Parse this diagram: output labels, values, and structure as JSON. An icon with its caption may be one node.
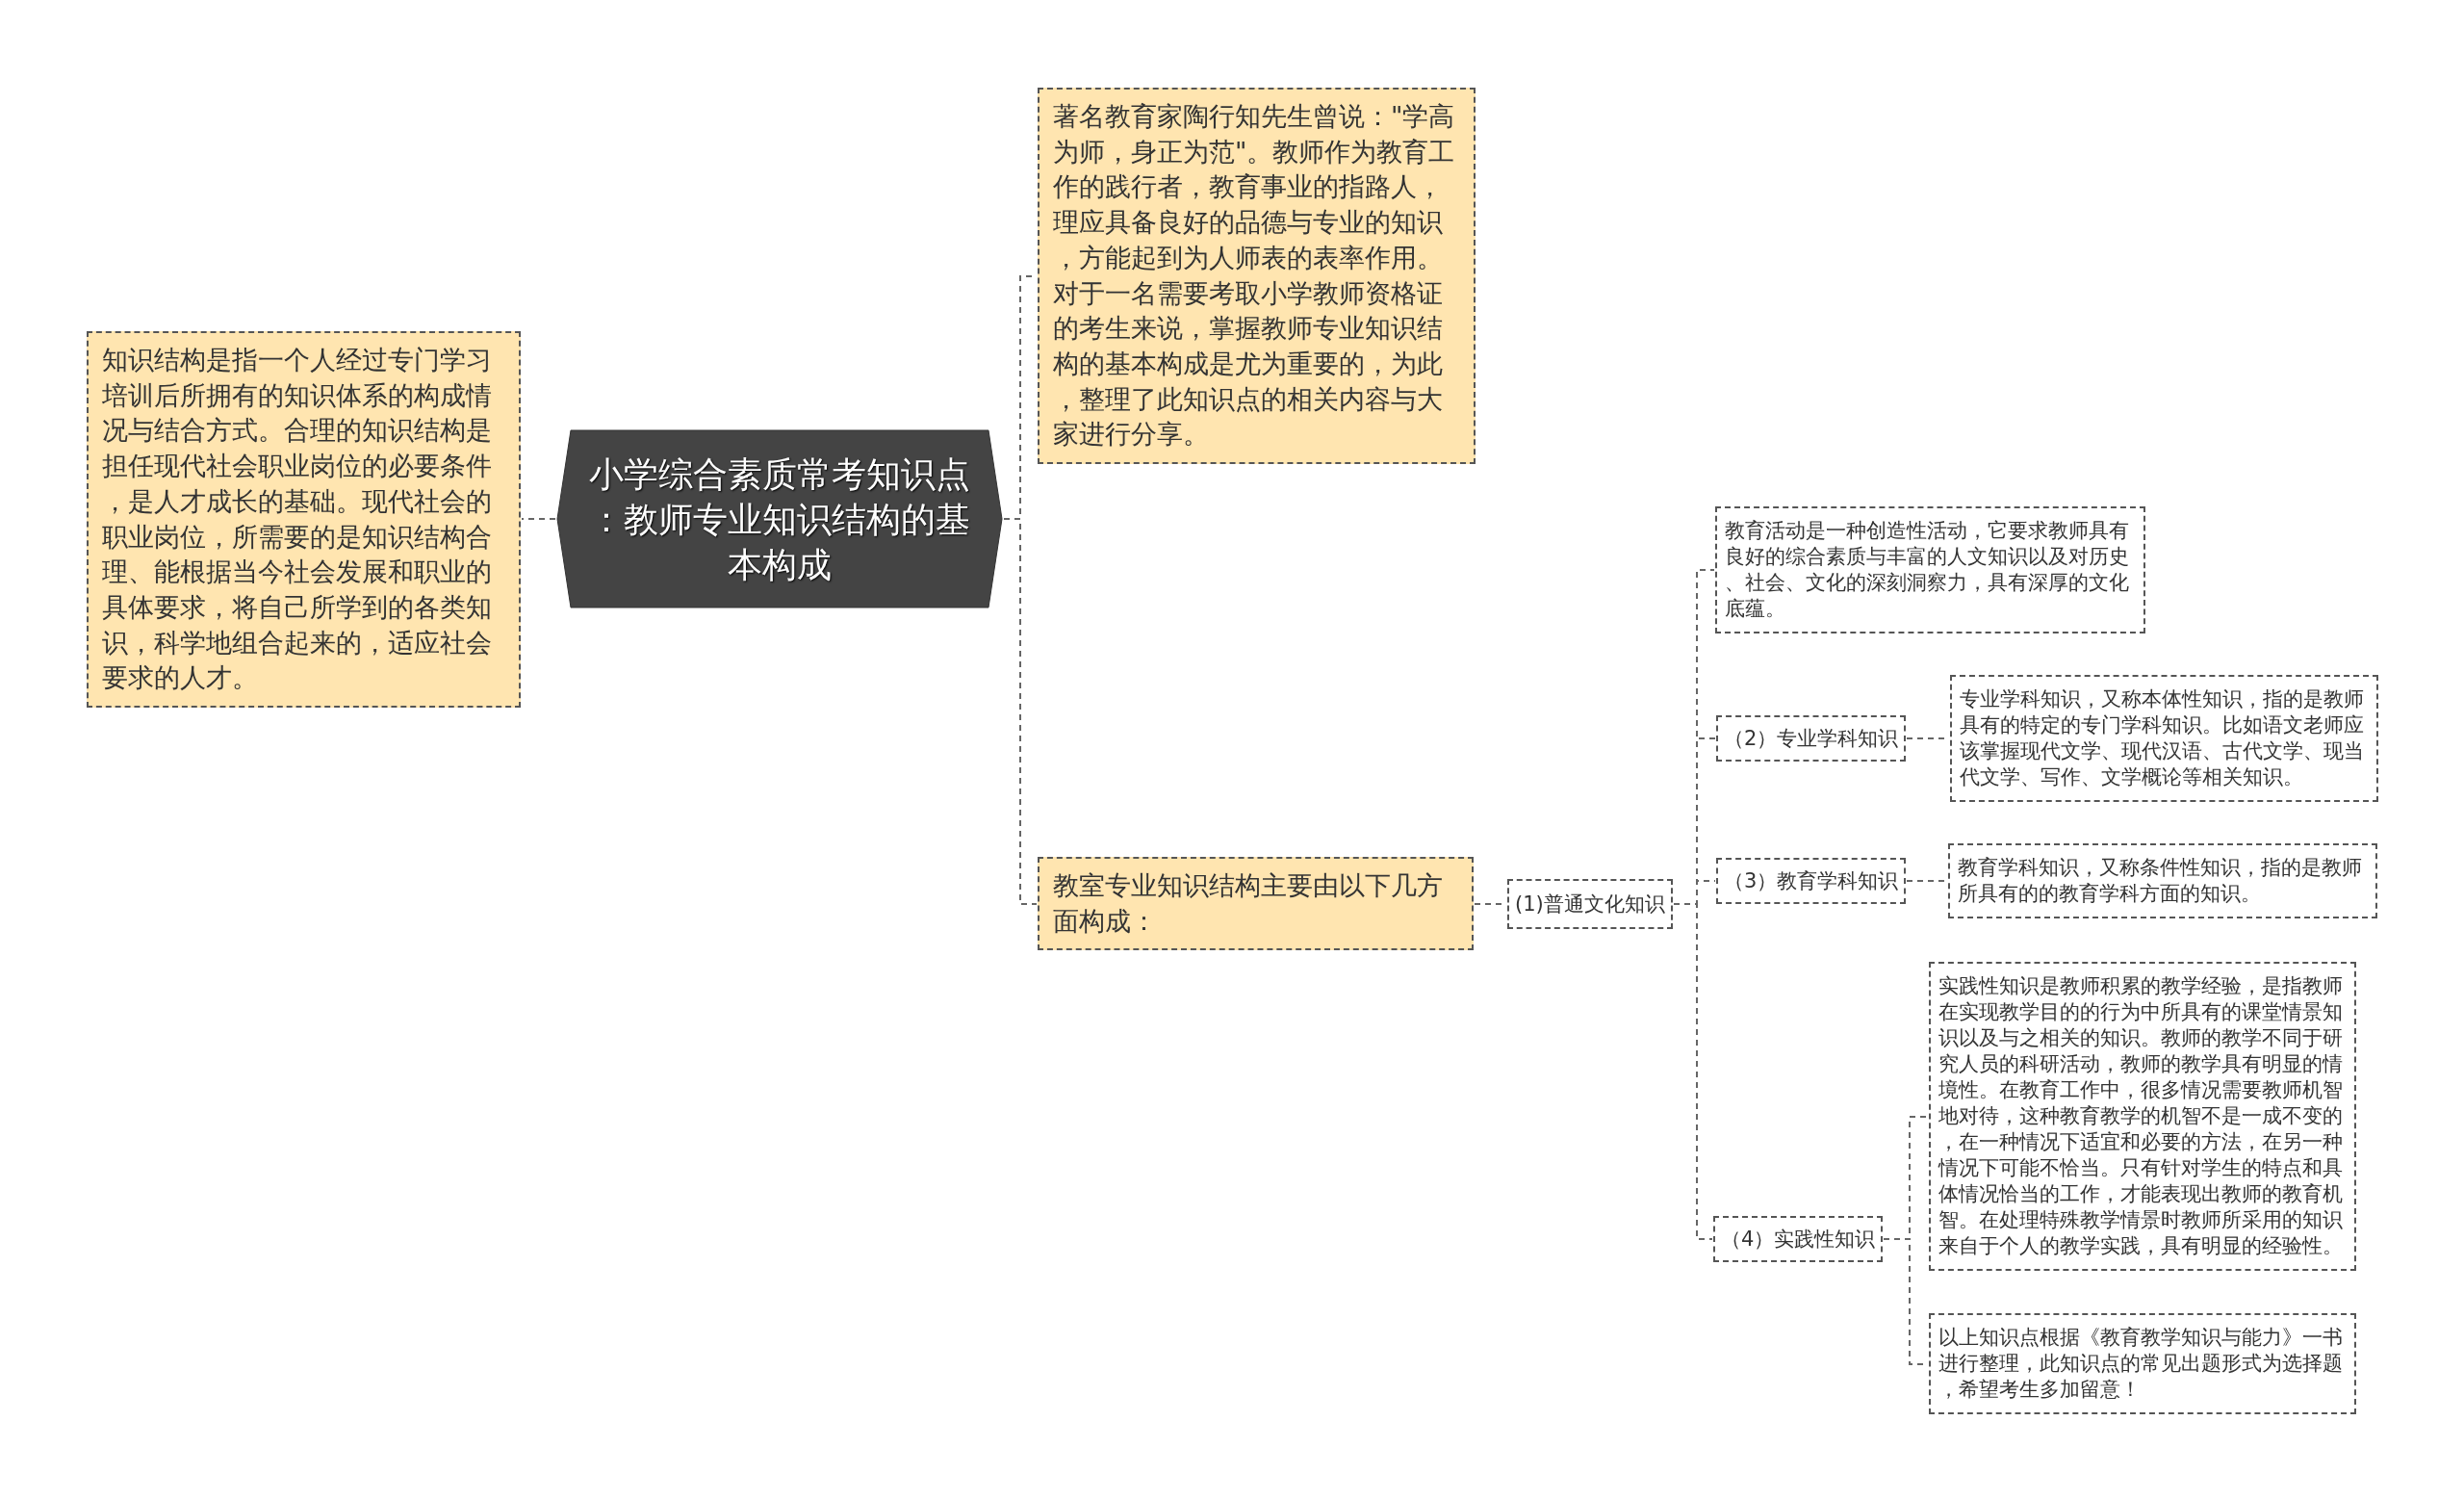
{
  "diagram": {
    "nodes": [
      {
        "text": [
          "小学综合素质常考知识点：教师专业知识结构的基本构成"
        ]
      },
      {
        "text": [
          "知识结构是指一个人经过专门学习培训后所拥有的知识体系的构成情况与结合方式。合理的知识结构是担任现代社会职业岗位的必要条件，是人才成长的基础。现代社会的职业岗位，所需要的是知识结构合理、能根据当今社会发展和职业的具体要求，将自己所学到的各类知识，科学地组合起来的，适应社会要求的人才。"
        ]
      },
      {
        "text": [
          "著名教育家陶行知先生曾说：\"学高为师，身正为范\"。教师作为教育工作的践行者，教育事业的指路人，理应具备良好的品德与专业的知识，方能起到为人师表的表率作用。对于一名需要考取小学教师资格证的考生来说，掌握教师专业知识结构的基本构成是尤为重要的，为此，整理了此知识点的相关内容与大家进行分享。"
        ]
      },
      {
        "text": [
          "教室专业知识结构主要由以下几方面构成："
        ]
      },
      {
        "text": [
          "(1)普通文化知识"
        ]
      },
      {
        "text": [
          "教育活动是一种创造性活动，它要求教师具有良好的综合素质与丰富的人文知识以及对历史、社会、文化的深刻洞察力，具有深厚的文化底蕴。"
        ]
      },
      {
        "text": [
          "（2）专业学科知识"
        ]
      },
      {
        "text": [
          "专业学科知识，又称本体性知识，指的是教师具有的特定的专门学科知识。比如语文老师应该掌握现代文学、现代汉语、古代文学、现当代文学、写作、文学概论等相关知识。"
        ]
      },
      {
        "text": [
          "（3）教育学科知识"
        ]
      },
      {
        "text": [
          "教育学科知识，又称条件性知识，指的是教师所具有的的教育学科方面的知识。"
        ]
      },
      {
        "text": [
          "（4）实践性知识"
        ]
      },
      {
        "text": [
          "实践性知识是教师积累的教学经验，是指教师在实现教学目的的行为中所具有的课堂情景知识以及与之相关的知识。教师的教学不同于研究人员的科研活动，教师的教学具有明显的情境性。在教育工作中，很多情况需要教师机智地对待，这种教育教学的机智不是一成不变的，在一种情况下适宜和必要的方法，在另一种情况下可能不恰当。只有针对学生的特点和具体情况恰当的工作，才能表现出教师的教育机智。在处理特殊教学情景时教师所采用的知识来自于个人的教学实践，具有明显的经验性。"
        ]
      },
      {
        "text": [
          "以上知识点根据《教育教学知识与能力》一书进行整理，此知识点的常见出题形式为选择题，希望考生多加留意！"
        ]
      }
    ],
    "edges": [
      {
        "from": 0,
        "to": 1,
        "arrow": "none"
      },
      {
        "from": 0,
        "to": 2,
        "arrow": "none"
      },
      {
        "from": 0,
        "to": 3,
        "arrow": "none"
      },
      {
        "from": 3,
        "to": 4,
        "arrow": "none"
      },
      {
        "from": 4,
        "to": 5,
        "arrow": "none"
      },
      {
        "from": 4,
        "to": 6,
        "arrow": "none"
      },
      {
        "from": 6,
        "to": 7,
        "arrow": "none"
      },
      {
        "from": 4,
        "to": 8,
        "arrow": "none"
      },
      {
        "from": 8,
        "to": 9,
        "arrow": "none"
      },
      {
        "from": 4,
        "to": 10,
        "arrow": "none"
      },
      {
        "from": 10,
        "to": 11,
        "arrow": "none"
      },
      {
        "from": 10,
        "to": 12,
        "arrow": "none"
      }
    ]
  }
}
